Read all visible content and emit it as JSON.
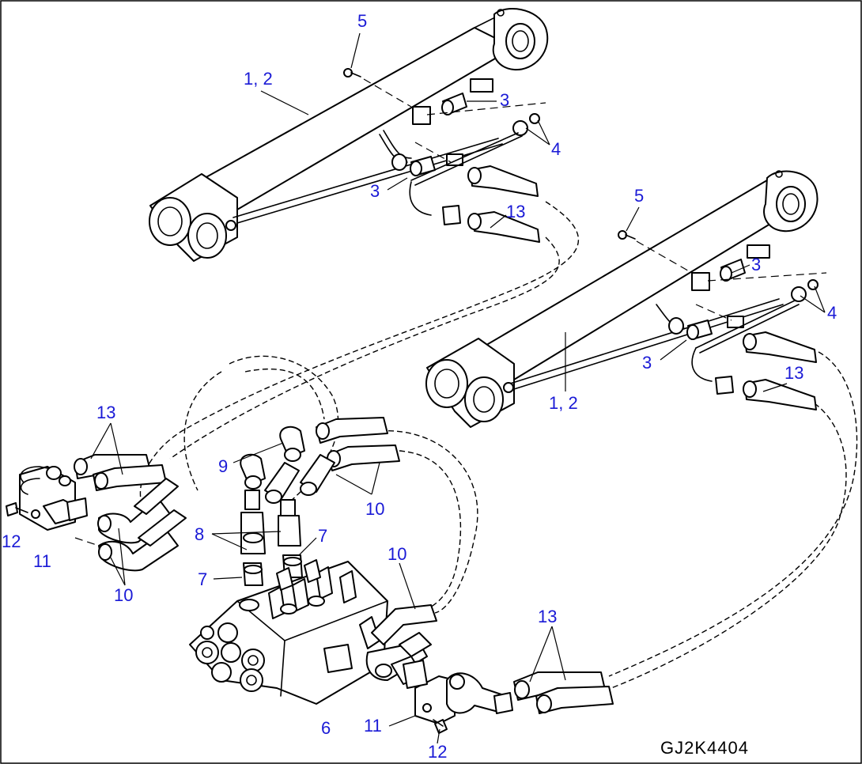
{
  "diagram": {
    "drawing_code": "GJ2K4404",
    "callouts": {
      "c_1_2_top": "1, 2",
      "c_1_2_bottom": "1, 2",
      "c_3_a": "3",
      "c_3_b": "3",
      "c_3_c": "3",
      "c_3_d": "3",
      "c_4_a": "4",
      "c_4_b": "4",
      "c_5_a": "5",
      "c_5_b": "5",
      "c_6": "6",
      "c_7_a": "7",
      "c_7_b": "7",
      "c_8": "8",
      "c_9": "9",
      "c_10_a": "10",
      "c_10_b": "10",
      "c_10_c": "10",
      "c_11_a": "11",
      "c_11_b": "11",
      "c_12_a": "12",
      "c_12_b": "12",
      "c_13_a": "13",
      "c_13_b": "13",
      "c_13_c": "13",
      "c_13_d": "13"
    },
    "colors": {
      "callout": "#1a1ad6",
      "line": "#000000",
      "background": "#ffffff"
    }
  }
}
